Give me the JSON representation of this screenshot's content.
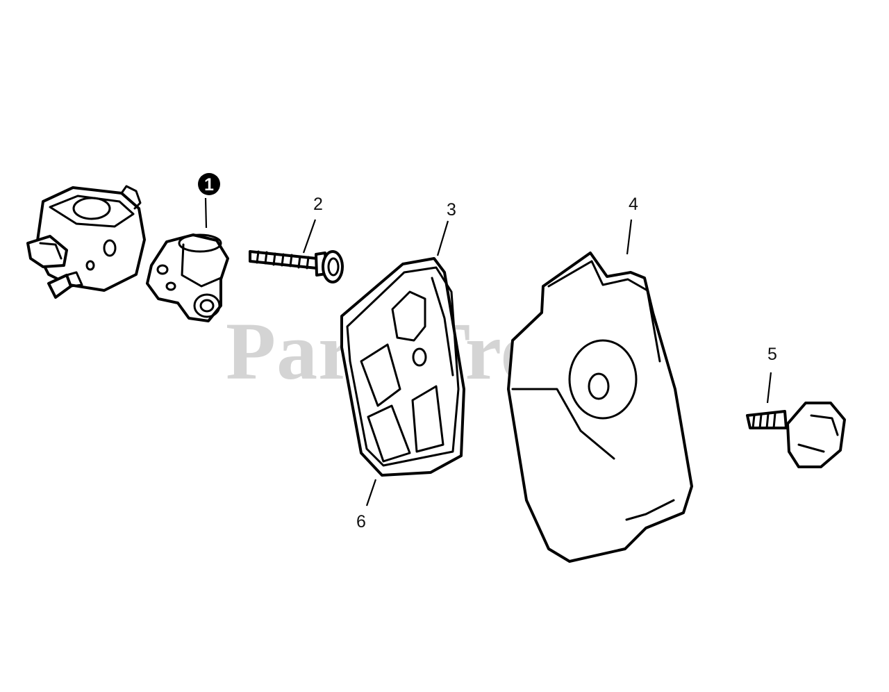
{
  "diagram": {
    "watermark": "PartsTree",
    "watermark_mark": "™",
    "callouts": [
      {
        "id": "1",
        "label": "1",
        "filled": true
      },
      {
        "id": "2",
        "label": "2",
        "filled": false
      },
      {
        "id": "3",
        "label": "3",
        "filled": false
      },
      {
        "id": "4",
        "label": "4",
        "filled": false
      },
      {
        "id": "5",
        "label": "5",
        "filled": false
      },
      {
        "id": "6",
        "label": "6",
        "filled": false
      }
    ]
  },
  "colors": {
    "line": "#000000",
    "background": "#ffffff",
    "watermark": "#d4d4d4"
  }
}
